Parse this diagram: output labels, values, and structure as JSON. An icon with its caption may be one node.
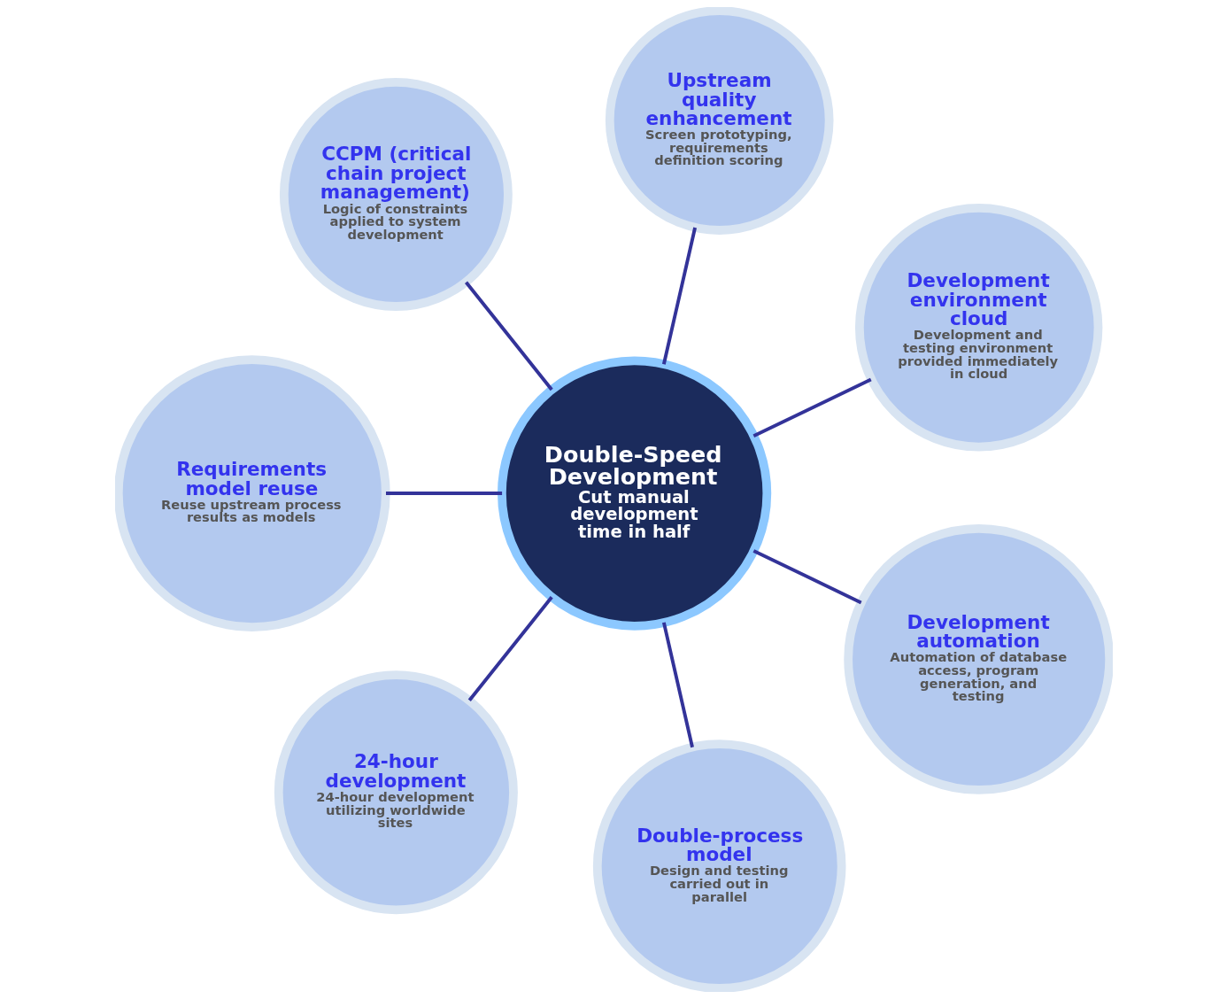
{
  "diagram": {
    "nodes": [
      {
        "text": [
          "Double-Speed Development",
          "Cut manual development time in half"
        ]
      },
      {
        "text": [
          "Development environment cloud",
          "Development and testing environment provided immediately in cloud"
        ]
      },
      {
        "text": [
          "Upstream quality enhancement",
          "Screen prototyping, requirements definition scoring"
        ]
      },
      {
        "text": [
          "CCPM (critical chain project management)",
          "Logic of constraints applied to system development"
        ]
      },
      {
        "text": [
          "Requirements model reuse",
          "Reuse upstream process results as models"
        ]
      },
      {
        "text": [
          "24-hour development",
          "24-hour development utilizing worldwide sites"
        ]
      },
      {
        "text": [
          "Double-process model",
          "Design and testing carried out in parallel"
        ]
      },
      {
        "text": [
          "Development automation",
          "Automation of database access, program generation, and testing"
        ]
      }
    ],
    "edges": [
      {
        "from": 0,
        "to": 1,
        "arrow": "none"
      },
      {
        "from": 0,
        "to": 2,
        "arrow": "none"
      },
      {
        "from": 0,
        "to": 4,
        "arrow": "none"
      },
      {
        "from": 0,
        "to": 6,
        "arrow": "none"
      },
      {
        "from": 0,
        "to": 7,
        "arrow": "none"
      },
      {
        "from": 0,
        "to": 5,
        "arrow": "none"
      },
      {
        "from": 0,
        "to": 3,
        "arrow": "none"
      }
    ]
  }
}
